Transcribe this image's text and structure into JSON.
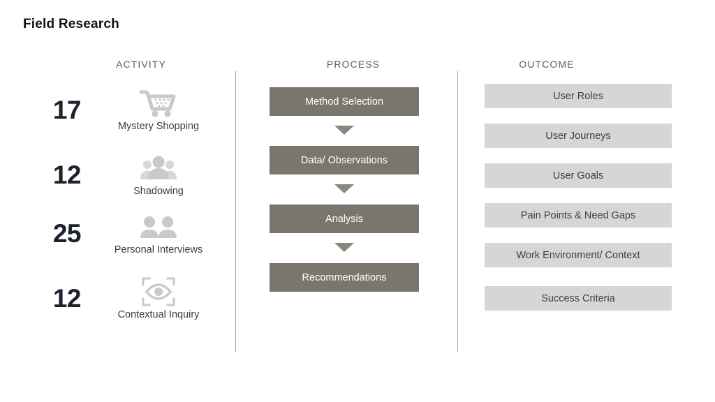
{
  "page": {
    "title": "Field Research"
  },
  "columns": {
    "activity_header": "ACTIVITY",
    "process_header": "PROCESS",
    "outcome_header": "OUTCOME"
  },
  "activities": [
    {
      "count": "17",
      "label": "Mystery Shopping",
      "icon": "shopping-cart-icon"
    },
    {
      "count": "12",
      "label": "Shadowing",
      "icon": "people-group-icon"
    },
    {
      "count": "25",
      "label": "Personal Interviews",
      "icon": "two-persons-icon"
    },
    {
      "count": "12",
      "label": "Contextual Inquiry",
      "icon": "eye-focus-icon"
    }
  ],
  "process_steps": [
    {
      "label": "Method Selection"
    },
    {
      "label": "Data/ Observations"
    },
    {
      "label": "Analysis"
    },
    {
      "label": "Recommendations"
    }
  ],
  "outcomes": [
    {
      "label": "User Roles"
    },
    {
      "label": "User Journeys"
    },
    {
      "label": "User Goals"
    },
    {
      "label": "Pain Points & Need Gaps"
    },
    {
      "label": "Work Environment/ Context"
    },
    {
      "label": "Success Criteria"
    }
  ],
  "colors": {
    "title": "#111418",
    "count": "#1c212c",
    "process_fill": "#7a766e",
    "process_text": "#ffffff",
    "arrow": "#8a8780",
    "outcome_fill": "#d6d6d6",
    "outcome_text": "#444039",
    "icon": "#c9c9c9",
    "divider": "#a9a9a6",
    "header_text": "#5d5d5d"
  }
}
